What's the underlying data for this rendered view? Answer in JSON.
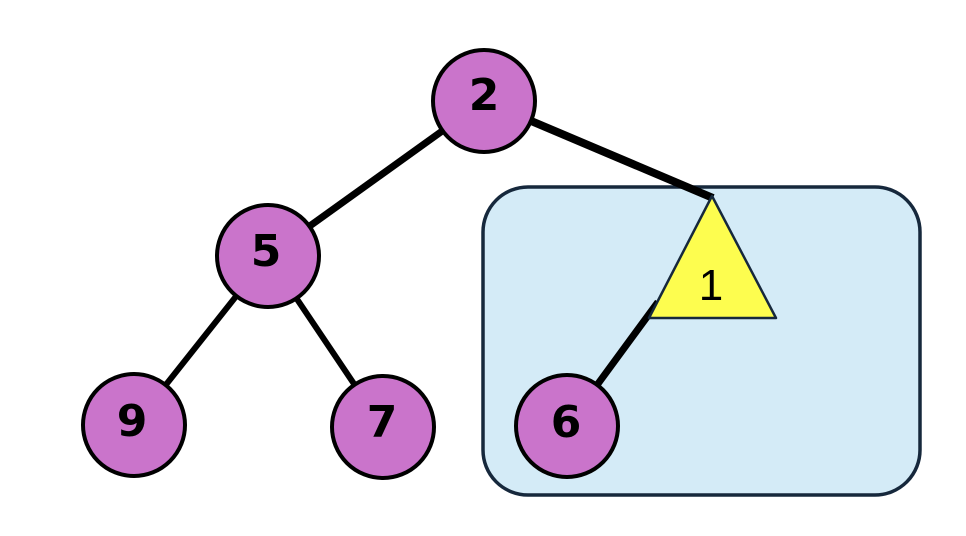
{
  "diagram": {
    "type": "binary-tree",
    "description": "Binary tree with a highlighted subtree group containing a collapsed triangle subtree and one child node"
  },
  "palette": {
    "background": "#ffffff",
    "node_fill": "#CA74CB",
    "node_stroke": "#000000",
    "edge_color": "#000000",
    "box_fill": "#D4EBF7",
    "box_stroke": "#16283C",
    "triangle_fill": "#FDFD4F",
    "triangle_stroke": "#16283C",
    "label_color": "#000000"
  },
  "tree": {
    "nodes": [
      {
        "id": "node-2",
        "label": "2",
        "role": "root"
      },
      {
        "id": "node-5",
        "label": "5",
        "role": "left child of 2"
      },
      {
        "id": "node-9",
        "label": "9",
        "role": "left child of 5"
      },
      {
        "id": "node-7",
        "label": "7",
        "role": "right child of 5"
      },
      {
        "id": "triangle-1",
        "label": "1",
        "role": "collapsed subtree, right child of 2"
      },
      {
        "id": "node-6",
        "label": "6",
        "role": "child of collapsed subtree 1"
      }
    ],
    "edges": [
      {
        "from": "2",
        "to": "5"
      },
      {
        "from": "2",
        "to": "1"
      },
      {
        "from": "5",
        "to": "9"
      },
      {
        "from": "5",
        "to": "7"
      },
      {
        "from": "1",
        "to": "6"
      }
    ],
    "highlighted_group": [
      "1",
      "6"
    ]
  }
}
